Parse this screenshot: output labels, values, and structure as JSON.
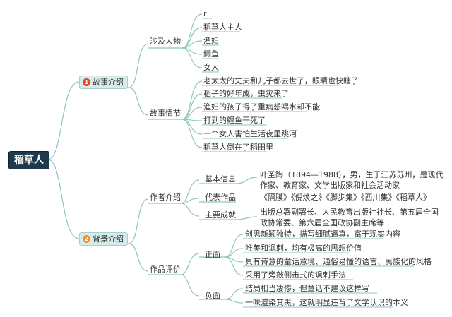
{
  "colors": {
    "root_bg": "#1f3a4d",
    "branch_bg": "#d6ecea",
    "line": "#8fc6bd",
    "badge_1": "#e8452b",
    "badge_2": "#f0902a"
  },
  "root": {
    "label": "稻草人"
  },
  "branch1": {
    "num": "1",
    "label": "故事介绍",
    "characters": {
      "label": "涉及人物",
      "items": [
        "r",
        "稻草人主人",
        "渔妇",
        "鲫鱼",
        "女人"
      ]
    },
    "plot": {
      "label": "故事情节",
      "items": [
        "老太太的丈夫和儿子都去世了，眼睛也快瞎了",
        "稻子的好年成，虫灾来了",
        "渔妇的孩子得了重病想喝水却不能",
        "打到的鲤鱼干死了",
        "一个女人害怕生活夜里跳河",
        "稻草人倒在了稻田里"
      ]
    }
  },
  "branch2": {
    "num": "2",
    "label": "背景介绍",
    "author": {
      "label": "作者介绍",
      "basic": {
        "label": "基本信息",
        "text": "叶圣陶（1894—1988），男，生于江苏苏州，是现代作家、教育家、文学出版家和社会活动家"
      },
      "works": {
        "label": "代表作品",
        "text": "《隔膜》《倪焕之》《脚步集》《西川集》《稻草人》"
      },
      "achievements": {
        "label": "主要成就",
        "text": "出版总署副署长、人民教育出版社社长、第五届全国政协常委、第六届全国政协副主席等"
      }
    },
    "review": {
      "label": "作品评价",
      "positive": {
        "label": "正面",
        "items": [
          "创思新颖独特，描写细腻逼真，富于现实内容",
          "唯美和讽刺，均有极高的思想价值",
          "具有诗意的童话意境、通俗易懂的语言、民族化的风格",
          "采用了旁敲侧击式的讽刺手法"
        ]
      },
      "negative": {
        "label": "负面",
        "items": [
          "结局相当凄惨，但童话不建议这样写",
          "一味渲染其黑，这就明显违背了文学认识的本义"
        ]
      }
    }
  }
}
